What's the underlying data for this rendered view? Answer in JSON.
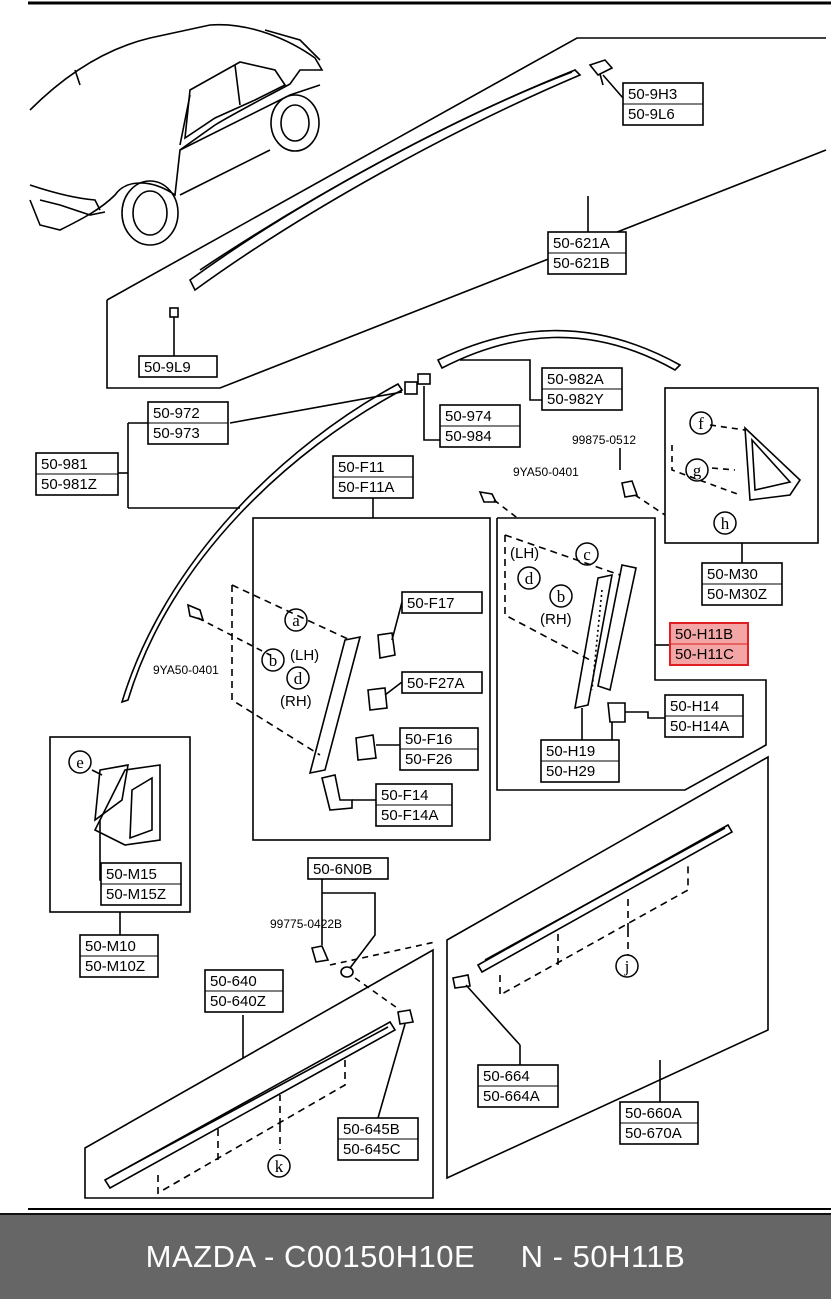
{
  "callouts": [
    {
      "id": "c-50-9h3",
      "lines": [
        "50-9H3",
        "50-9L6"
      ],
      "highlight": false
    },
    {
      "id": "c-50-621a",
      "lines": [
        "50-621A",
        "50-621B"
      ],
      "highlight": false
    },
    {
      "id": "c-50-9l9",
      "lines": [
        "50-9L9"
      ],
      "highlight": false
    },
    {
      "id": "c-50-982a",
      "lines": [
        "50-982A",
        "50-982Y"
      ],
      "highlight": false
    },
    {
      "id": "c-50-972",
      "lines": [
        "50-972",
        "50-973"
      ],
      "highlight": false
    },
    {
      "id": "c-50-974",
      "lines": [
        "50-974",
        "50-984"
      ],
      "highlight": false
    },
    {
      "id": "c-50-981",
      "lines": [
        "50-981",
        "50-981Z"
      ],
      "highlight": false
    },
    {
      "id": "c-50-f11",
      "lines": [
        "50-F11",
        "50-F11A"
      ],
      "highlight": false
    },
    {
      "id": "c-50-f17",
      "lines": [
        "50-F17"
      ],
      "highlight": false
    },
    {
      "id": "c-50-f27a",
      "lines": [
        "50-F27A"
      ],
      "highlight": false
    },
    {
      "id": "c-50-f16",
      "lines": [
        "50-F16",
        "50-F26"
      ],
      "highlight": false
    },
    {
      "id": "c-50-f14",
      "lines": [
        "50-F14",
        "50-F14A"
      ],
      "highlight": false
    },
    {
      "id": "c-50-m30",
      "lines": [
        "50-M30",
        "50-M30Z"
      ],
      "highlight": false
    },
    {
      "id": "c-50-h11b",
      "lines": [
        "50-H11B",
        "50-H11C"
      ],
      "highlight": true
    },
    {
      "id": "c-50-h14",
      "lines": [
        "50-H14",
        "50-H14A"
      ],
      "highlight": false
    },
    {
      "id": "c-50-h19",
      "lines": [
        "50-H19",
        "50-H29"
      ],
      "highlight": false
    },
    {
      "id": "c-50-m15",
      "lines": [
        "50-M15",
        "50-M15Z"
      ],
      "highlight": false
    },
    {
      "id": "c-50-m10",
      "lines": [
        "50-M10",
        "50-M10Z"
      ],
      "highlight": false
    },
    {
      "id": "c-50-6n0b",
      "lines": [
        "50-6N0B"
      ],
      "highlight": false
    },
    {
      "id": "c-50-640",
      "lines": [
        "50-640",
        "50-640Z"
      ],
      "highlight": false
    },
    {
      "id": "c-50-664",
      "lines": [
        "50-664",
        "50-664A"
      ],
      "highlight": false
    },
    {
      "id": "c-50-645b",
      "lines": [
        "50-645B",
        "50-645C"
      ],
      "highlight": false
    },
    {
      "id": "c-50-660a",
      "lines": [
        "50-660A",
        "50-670A"
      ],
      "highlight": false
    }
  ],
  "part_codes": {
    "p1": "99875-0512",
    "p2": "9YA50-0401",
    "p3": "9YA50-0401",
    "p4": "99775-0422B"
  },
  "side_labels": {
    "lh_left": "(LH)",
    "rh_left": "(RH)",
    "lh_right": "(LH)",
    "rh_right": "(RH)"
  },
  "circle_letters": {
    "a": "a",
    "b_left": "b",
    "d_left": "d",
    "c": "c",
    "d_right": "d",
    "b_right": "b",
    "f": "f",
    "g": "g",
    "h": "h",
    "e": "e",
    "j": "j",
    "k": "k"
  },
  "footer": {
    "text": "MAZDA - C00150H10E     N - 50H11B"
  },
  "colors": {
    "highlight_fill": "#f4a6a6",
    "highlight_stroke": "#e02020",
    "footer_bg": "#666666",
    "footer_text": "#ffffff"
  }
}
